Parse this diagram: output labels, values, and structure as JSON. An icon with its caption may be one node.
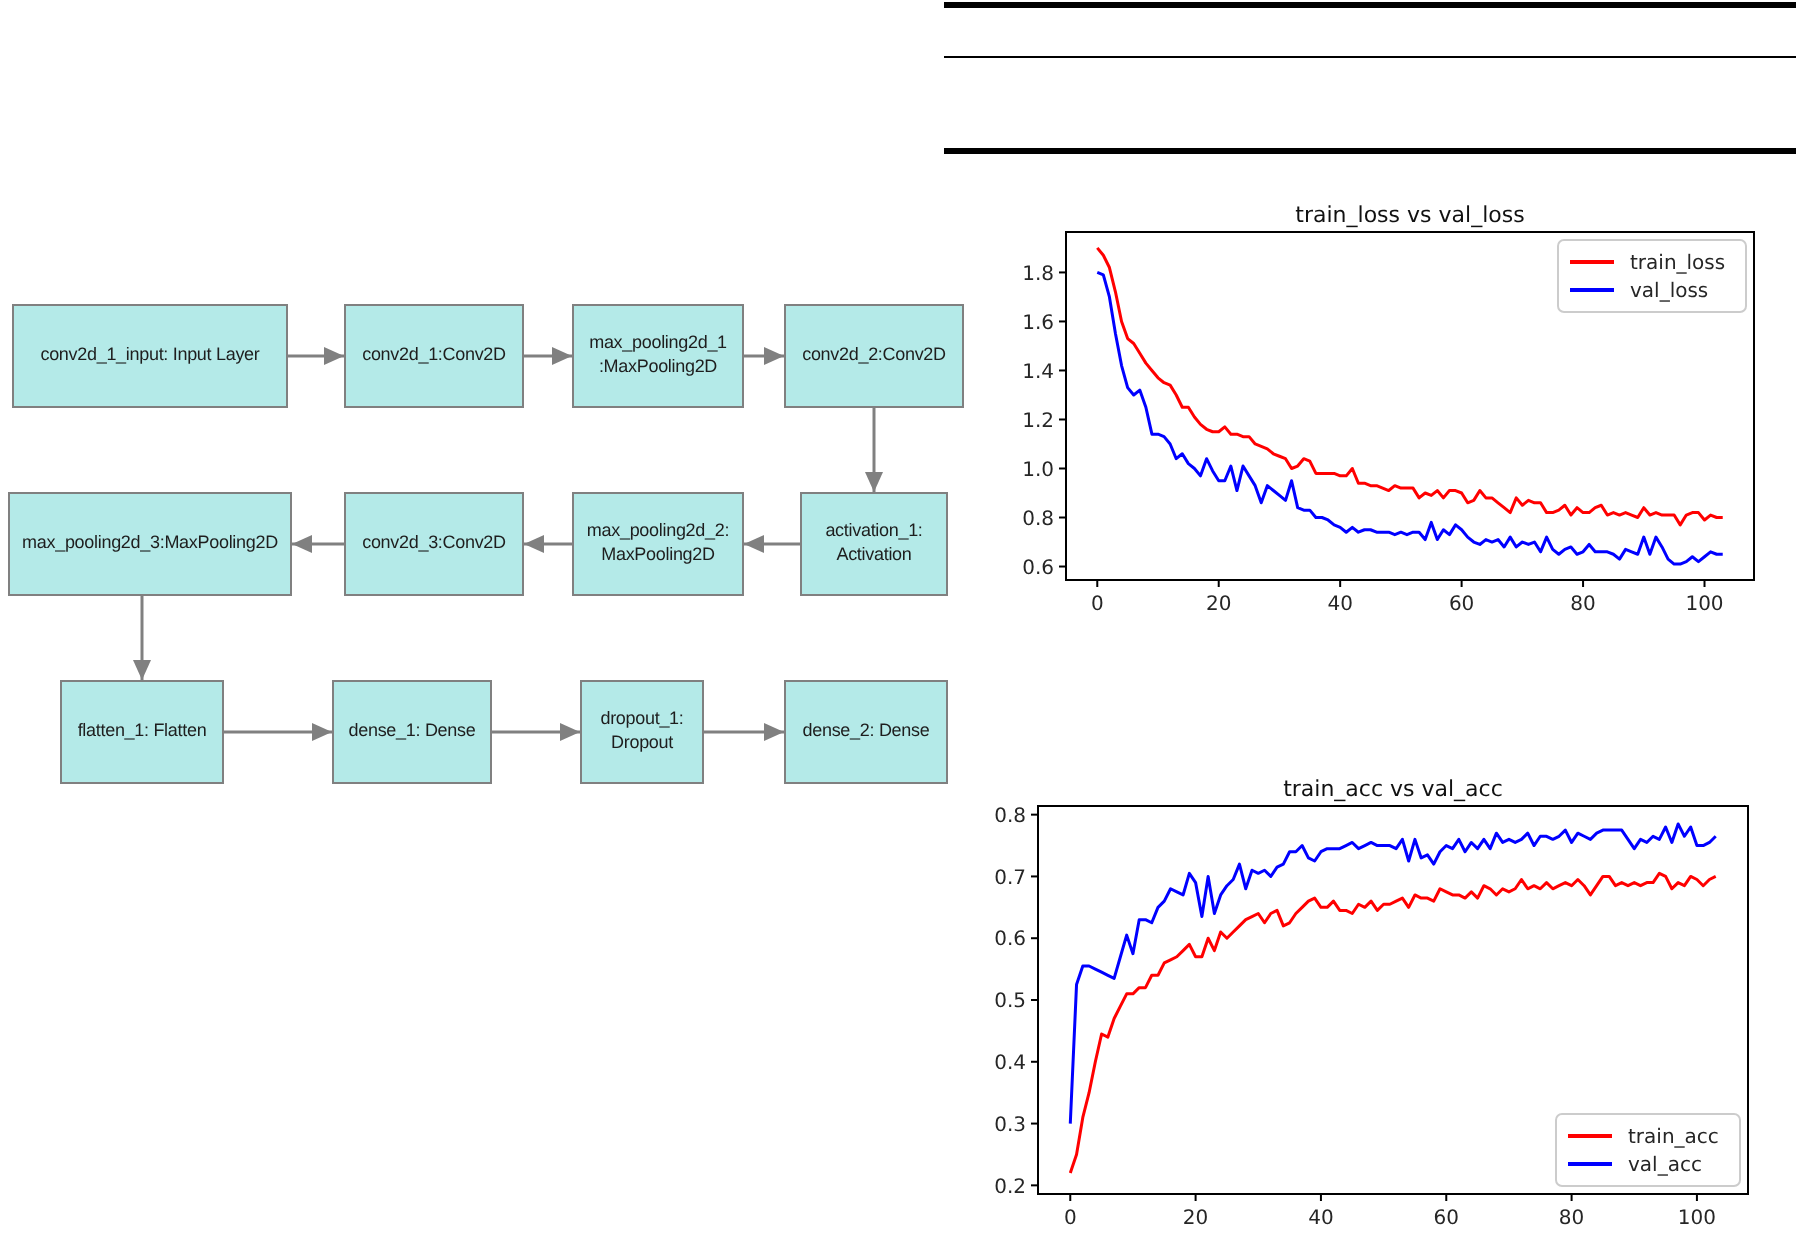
{
  "diagram": {
    "nodes": [
      {
        "text": [
          "conv2d_1_input: Input Layer"
        ]
      },
      {
        "text": [
          "conv2d_1:Conv2D"
        ]
      },
      {
        "text": [
          "max_pooling2d_1 :MaxPooling2D"
        ]
      },
      {
        "text": [
          "conv2d_2:Conv2D"
        ]
      },
      {
        "text": [
          "activation_1: Activation"
        ]
      },
      {
        "text": [
          "max_pooling2d_2: MaxPooling2D"
        ]
      },
      {
        "text": [
          "conv2d_3:Conv2D"
        ]
      },
      {
        "text": [
          "max_pooling2d_3:MaxPooling2D"
        ]
      },
      {
        "text": [
          "flatten_1: Flatten"
        ]
      },
      {
        "text": [
          "dense_1: Dense"
        ]
      },
      {
        "text": [
          "dropout_1: Dropout"
        ]
      },
      {
        "text": [
          "dense_2: Dense"
        ]
      }
    ],
    "edges": [
      {
        "from": 0,
        "to": 1,
        "arrow": "to"
      },
      {
        "from": 1,
        "to": 2,
        "arrow": "to"
      },
      {
        "from": 2,
        "to": 3,
        "arrow": "to"
      },
      {
        "from": 3,
        "to": 4,
        "arrow": "to"
      },
      {
        "from": 4,
        "to": 5,
        "arrow": "to"
      },
      {
        "from": 5,
        "to": 6,
        "arrow": "to"
      },
      {
        "from": 6,
        "to": 7,
        "arrow": "to"
      },
      {
        "from": 7,
        "to": 8,
        "arrow": "to"
      },
      {
        "from": 8,
        "to": 9,
        "arrow": "to"
      },
      {
        "from": 9,
        "to": 10,
        "arrow": "to"
      },
      {
        "from": 10,
        "to": 11,
        "arrow": "to"
      }
    ],
    "chart_data": [
      {
        "type": "line",
        "title": "train_loss vs val_loss",
        "x": [
          0,
          1,
          2,
          3,
          4,
          5,
          6,
          7,
          8,
          9,
          10,
          11,
          12,
          13,
          14,
          15,
          16,
          17,
          18,
          19,
          20,
          21,
          22,
          23,
          24,
          25,
          26,
          27,
          28,
          29,
          30,
          31,
          32,
          33,
          34,
          35,
          36,
          37,
          38,
          39,
          40,
          41,
          42,
          43,
          44,
          45,
          46,
          47,
          48,
          49,
          50,
          51,
          52,
          53,
          54,
          55,
          56,
          57,
          58,
          59,
          60,
          61,
          62,
          63,
          64,
          65,
          66,
          67,
          68,
          69,
          70,
          71,
          72,
          73,
          74,
          75,
          76,
          77,
          78,
          79,
          80,
          81,
          82,
          83,
          84,
          85,
          86,
          87,
          88,
          89,
          90,
          91,
          92,
          93,
          94,
          95,
          96,
          97,
          98,
          99,
          100,
          101,
          102,
          103
        ],
        "series": [
          {
            "name": "train_loss",
            "color": "#ff0000",
            "values": [
              1.9,
              1.87,
              1.82,
              1.72,
              1.6,
              1.53,
              1.51,
              1.47,
              1.43,
              1.4,
              1.37,
              1.35,
              1.34,
              1.3,
              1.25,
              1.25,
              1.21,
              1.18,
              1.16,
              1.15,
              1.15,
              1.17,
              1.14,
              1.14,
              1.13,
              1.13,
              1.1,
              1.09,
              1.08,
              1.06,
              1.05,
              1.04,
              1.0,
              1.01,
              1.04,
              1.03,
              0.98,
              0.98,
              0.98,
              0.98,
              0.97,
              0.97,
              1.0,
              0.94,
              0.94,
              0.93,
              0.93,
              0.92,
              0.91,
              0.93,
              0.92,
              0.92,
              0.92,
              0.88,
              0.9,
              0.89,
              0.91,
              0.88,
              0.91,
              0.91,
              0.9,
              0.86,
              0.87,
              0.91,
              0.88,
              0.88,
              0.86,
              0.84,
              0.82,
              0.88,
              0.85,
              0.87,
              0.86,
              0.86,
              0.82,
              0.82,
              0.83,
              0.85,
              0.81,
              0.84,
              0.82,
              0.82,
              0.84,
              0.85,
              0.81,
              0.82,
              0.81,
              0.82,
              0.81,
              0.8,
              0.84,
              0.81,
              0.82,
              0.81,
              0.81,
              0.81,
              0.77,
              0.81,
              0.82,
              0.82,
              0.79,
              0.81,
              0.8,
              0.8
            ]
          },
          {
            "name": "val_loss",
            "color": "#0000ff",
            "values": [
              1.8,
              1.79,
              1.7,
              1.55,
              1.42,
              1.33,
              1.3,
              1.32,
              1.25,
              1.14,
              1.14,
              1.13,
              1.1,
              1.04,
              1.06,
              1.02,
              1.0,
              0.97,
              1.04,
              0.99,
              0.95,
              0.95,
              1.01,
              0.91,
              1.01,
              0.97,
              0.93,
              0.86,
              0.93,
              0.91,
              0.89,
              0.87,
              0.95,
              0.84,
              0.83,
              0.83,
              0.8,
              0.8,
              0.79,
              0.77,
              0.76,
              0.74,
              0.76,
              0.74,
              0.75,
              0.75,
              0.74,
              0.74,
              0.74,
              0.73,
              0.74,
              0.73,
              0.74,
              0.74,
              0.71,
              0.78,
              0.71,
              0.75,
              0.73,
              0.77,
              0.75,
              0.72,
              0.7,
              0.69,
              0.71,
              0.7,
              0.71,
              0.68,
              0.72,
              0.68,
              0.7,
              0.69,
              0.7,
              0.66,
              0.72,
              0.67,
              0.65,
              0.67,
              0.68,
              0.65,
              0.66,
              0.69,
              0.66,
              0.66,
              0.66,
              0.65,
              0.63,
              0.67,
              0.66,
              0.65,
              0.72,
              0.65,
              0.72,
              0.68,
              0.63,
              0.61,
              0.61,
              0.62,
              0.64,
              0.62,
              0.64,
              0.66,
              0.65,
              0.65
            ]
          }
        ],
        "xlim": [
          -5.15,
          108.15
        ],
        "ylim": [
          0.545,
          1.965
        ],
        "xticks": [
          0,
          20,
          40,
          60,
          80,
          100
        ],
        "yticks": [
          0.6,
          0.8,
          {
            "value": 1,
            "label": "1.0"
          },
          1.2,
          1.4,
          1.6,
          1.8
        ],
        "legend": "upper right"
      },
      {
        "type": "line",
        "title": "train_acc vs val_acc",
        "x": [
          0,
          1,
          2,
          3,
          4,
          5,
          6,
          7,
          8,
          9,
          10,
          11,
          12,
          13,
          14,
          15,
          16,
          17,
          18,
          19,
          20,
          21,
          22,
          23,
          24,
          25,
          26,
          27,
          28,
          29,
          30,
          31,
          32,
          33,
          34,
          35,
          36,
          37,
          38,
          39,
          40,
          41,
          42,
          43,
          44,
          45,
          46,
          47,
          48,
          49,
          50,
          51,
          52,
          53,
          54,
          55,
          56,
          57,
          58,
          59,
          60,
          61,
          62,
          63,
          64,
          65,
          66,
          67,
          68,
          69,
          70,
          71,
          72,
          73,
          74,
          75,
          76,
          77,
          78,
          79,
          80,
          81,
          82,
          83,
          84,
          85,
          86,
          87,
          88,
          89,
          90,
          91,
          92,
          93,
          94,
          95,
          96,
          97,
          98,
          99,
          100,
          101,
          102,
          103
        ],
        "series": [
          {
            "name": "train_acc",
            "color": "#ff0000",
            "values": [
              0.22,
              0.25,
              0.31,
              0.35,
              0.4,
              0.445,
              0.44,
              0.47,
              0.49,
              0.51,
              0.51,
              0.52,
              0.52,
              0.54,
              0.54,
              0.56,
              0.565,
              0.57,
              0.58,
              0.59,
              0.57,
              0.57,
              0.6,
              0.58,
              0.61,
              0.6,
              0.61,
              0.62,
              0.63,
              0.635,
              0.64,
              0.625,
              0.64,
              0.645,
              0.62,
              0.625,
              0.64,
              0.65,
              0.66,
              0.665,
              0.65,
              0.65,
              0.66,
              0.645,
              0.645,
              0.64,
              0.655,
              0.65,
              0.66,
              0.645,
              0.655,
              0.655,
              0.66,
              0.665,
              0.65,
              0.67,
              0.665,
              0.665,
              0.66,
              0.68,
              0.675,
              0.67,
              0.67,
              0.665,
              0.675,
              0.665,
              0.685,
              0.68,
              0.67,
              0.68,
              0.675,
              0.68,
              0.695,
              0.68,
              0.685,
              0.68,
              0.69,
              0.68,
              0.685,
              0.69,
              0.685,
              0.695,
              0.685,
              0.67,
              0.685,
              0.7,
              0.7,
              0.685,
              0.69,
              0.685,
              0.69,
              0.685,
              0.69,
              0.69,
              0.705,
              0.7,
              0.68,
              0.69,
              0.685,
              0.7,
              0.695,
              0.685,
              0.695,
              0.7
            ]
          },
          {
            "name": "val_acc",
            "color": "#0000ff",
            "values": [
              0.3,
              0.525,
              0.555,
              0.555,
              0.55,
              0.545,
              0.54,
              0.535,
              0.57,
              0.605,
              0.575,
              0.63,
              0.63,
              0.625,
              0.65,
              0.66,
              0.68,
              0.675,
              0.67,
              0.705,
              0.69,
              0.635,
              0.7,
              0.64,
              0.67,
              0.685,
              0.695,
              0.72,
              0.68,
              0.71,
              0.705,
              0.71,
              0.7,
              0.715,
              0.72,
              0.74,
              0.74,
              0.75,
              0.73,
              0.725,
              0.74,
              0.745,
              0.745,
              0.745,
              0.75,
              0.755,
              0.745,
              0.75,
              0.755,
              0.75,
              0.75,
              0.75,
              0.745,
              0.76,
              0.725,
              0.76,
              0.73,
              0.735,
              0.72,
              0.74,
              0.75,
              0.745,
              0.76,
              0.74,
              0.755,
              0.745,
              0.76,
              0.745,
              0.77,
              0.755,
              0.76,
              0.755,
              0.76,
              0.77,
              0.75,
              0.765,
              0.765,
              0.76,
              0.765,
              0.775,
              0.755,
              0.77,
              0.765,
              0.76,
              0.77,
              0.775,
              0.775,
              0.775,
              0.775,
              0.76,
              0.745,
              0.76,
              0.755,
              0.765,
              0.76,
              0.78,
              0.755,
              0.785,
              0.765,
              0.78,
              0.75,
              0.75,
              0.755,
              0.765
            ]
          }
        ],
        "xlim": [
          -5.15,
          108.15
        ],
        "ylim": [
          0.186,
          0.814
        ],
        "xticks": [
          0,
          20,
          40,
          60,
          80,
          100
        ],
        "yticks": [
          0.2,
          0.3,
          0.4,
          0.5,
          0.6,
          0.7,
          0.8
        ],
        "legend": "lower right"
      }
    ]
  }
}
